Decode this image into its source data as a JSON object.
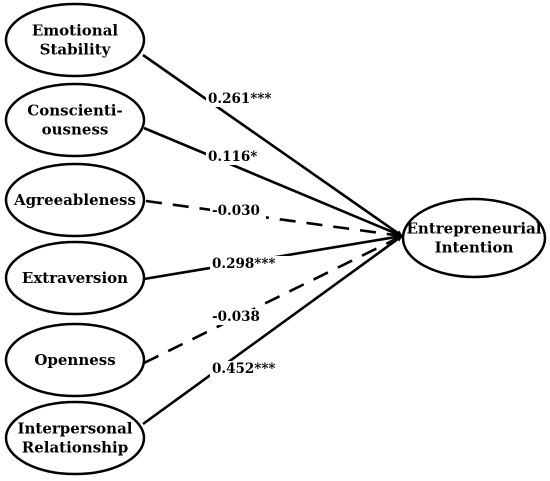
{
  "diagram": {
    "predictors": [
      {
        "id": "emotional-stability",
        "lines": [
          "Emotional",
          "Stability"
        ]
      },
      {
        "id": "conscientiousness",
        "lines": [
          "Conscienti-",
          "ousness"
        ]
      },
      {
        "id": "agreeableness",
        "lines": [
          "Agreeableness"
        ]
      },
      {
        "id": "extraversion",
        "lines": [
          "Extraversion"
        ]
      },
      {
        "id": "openness",
        "lines": [
          "Openness"
        ]
      },
      {
        "id": "interpersonal-relationship",
        "lines": [
          "Interpersonal",
          "Relationship"
        ]
      }
    ],
    "outcome": {
      "id": "entrepreneurial-intention",
      "lines": [
        "Entrepreneurial",
        "Intention"
      ]
    },
    "paths": [
      {
        "from": "emotional-stability",
        "coefficient": "0.261***",
        "significant": true
      },
      {
        "from": "conscientiousness",
        "coefficient": "0.116*",
        "significant": true
      },
      {
        "from": "agreeableness",
        "coefficient": "-0.030",
        "significant": false
      },
      {
        "from": "extraversion",
        "coefficient": "0.298***",
        "significant": true
      },
      {
        "from": "openness",
        "coefficient": "-0.038",
        "significant": false
      },
      {
        "from": "interpersonal-relationship",
        "coefficient": "0.452***",
        "significant": true
      }
    ]
  }
}
